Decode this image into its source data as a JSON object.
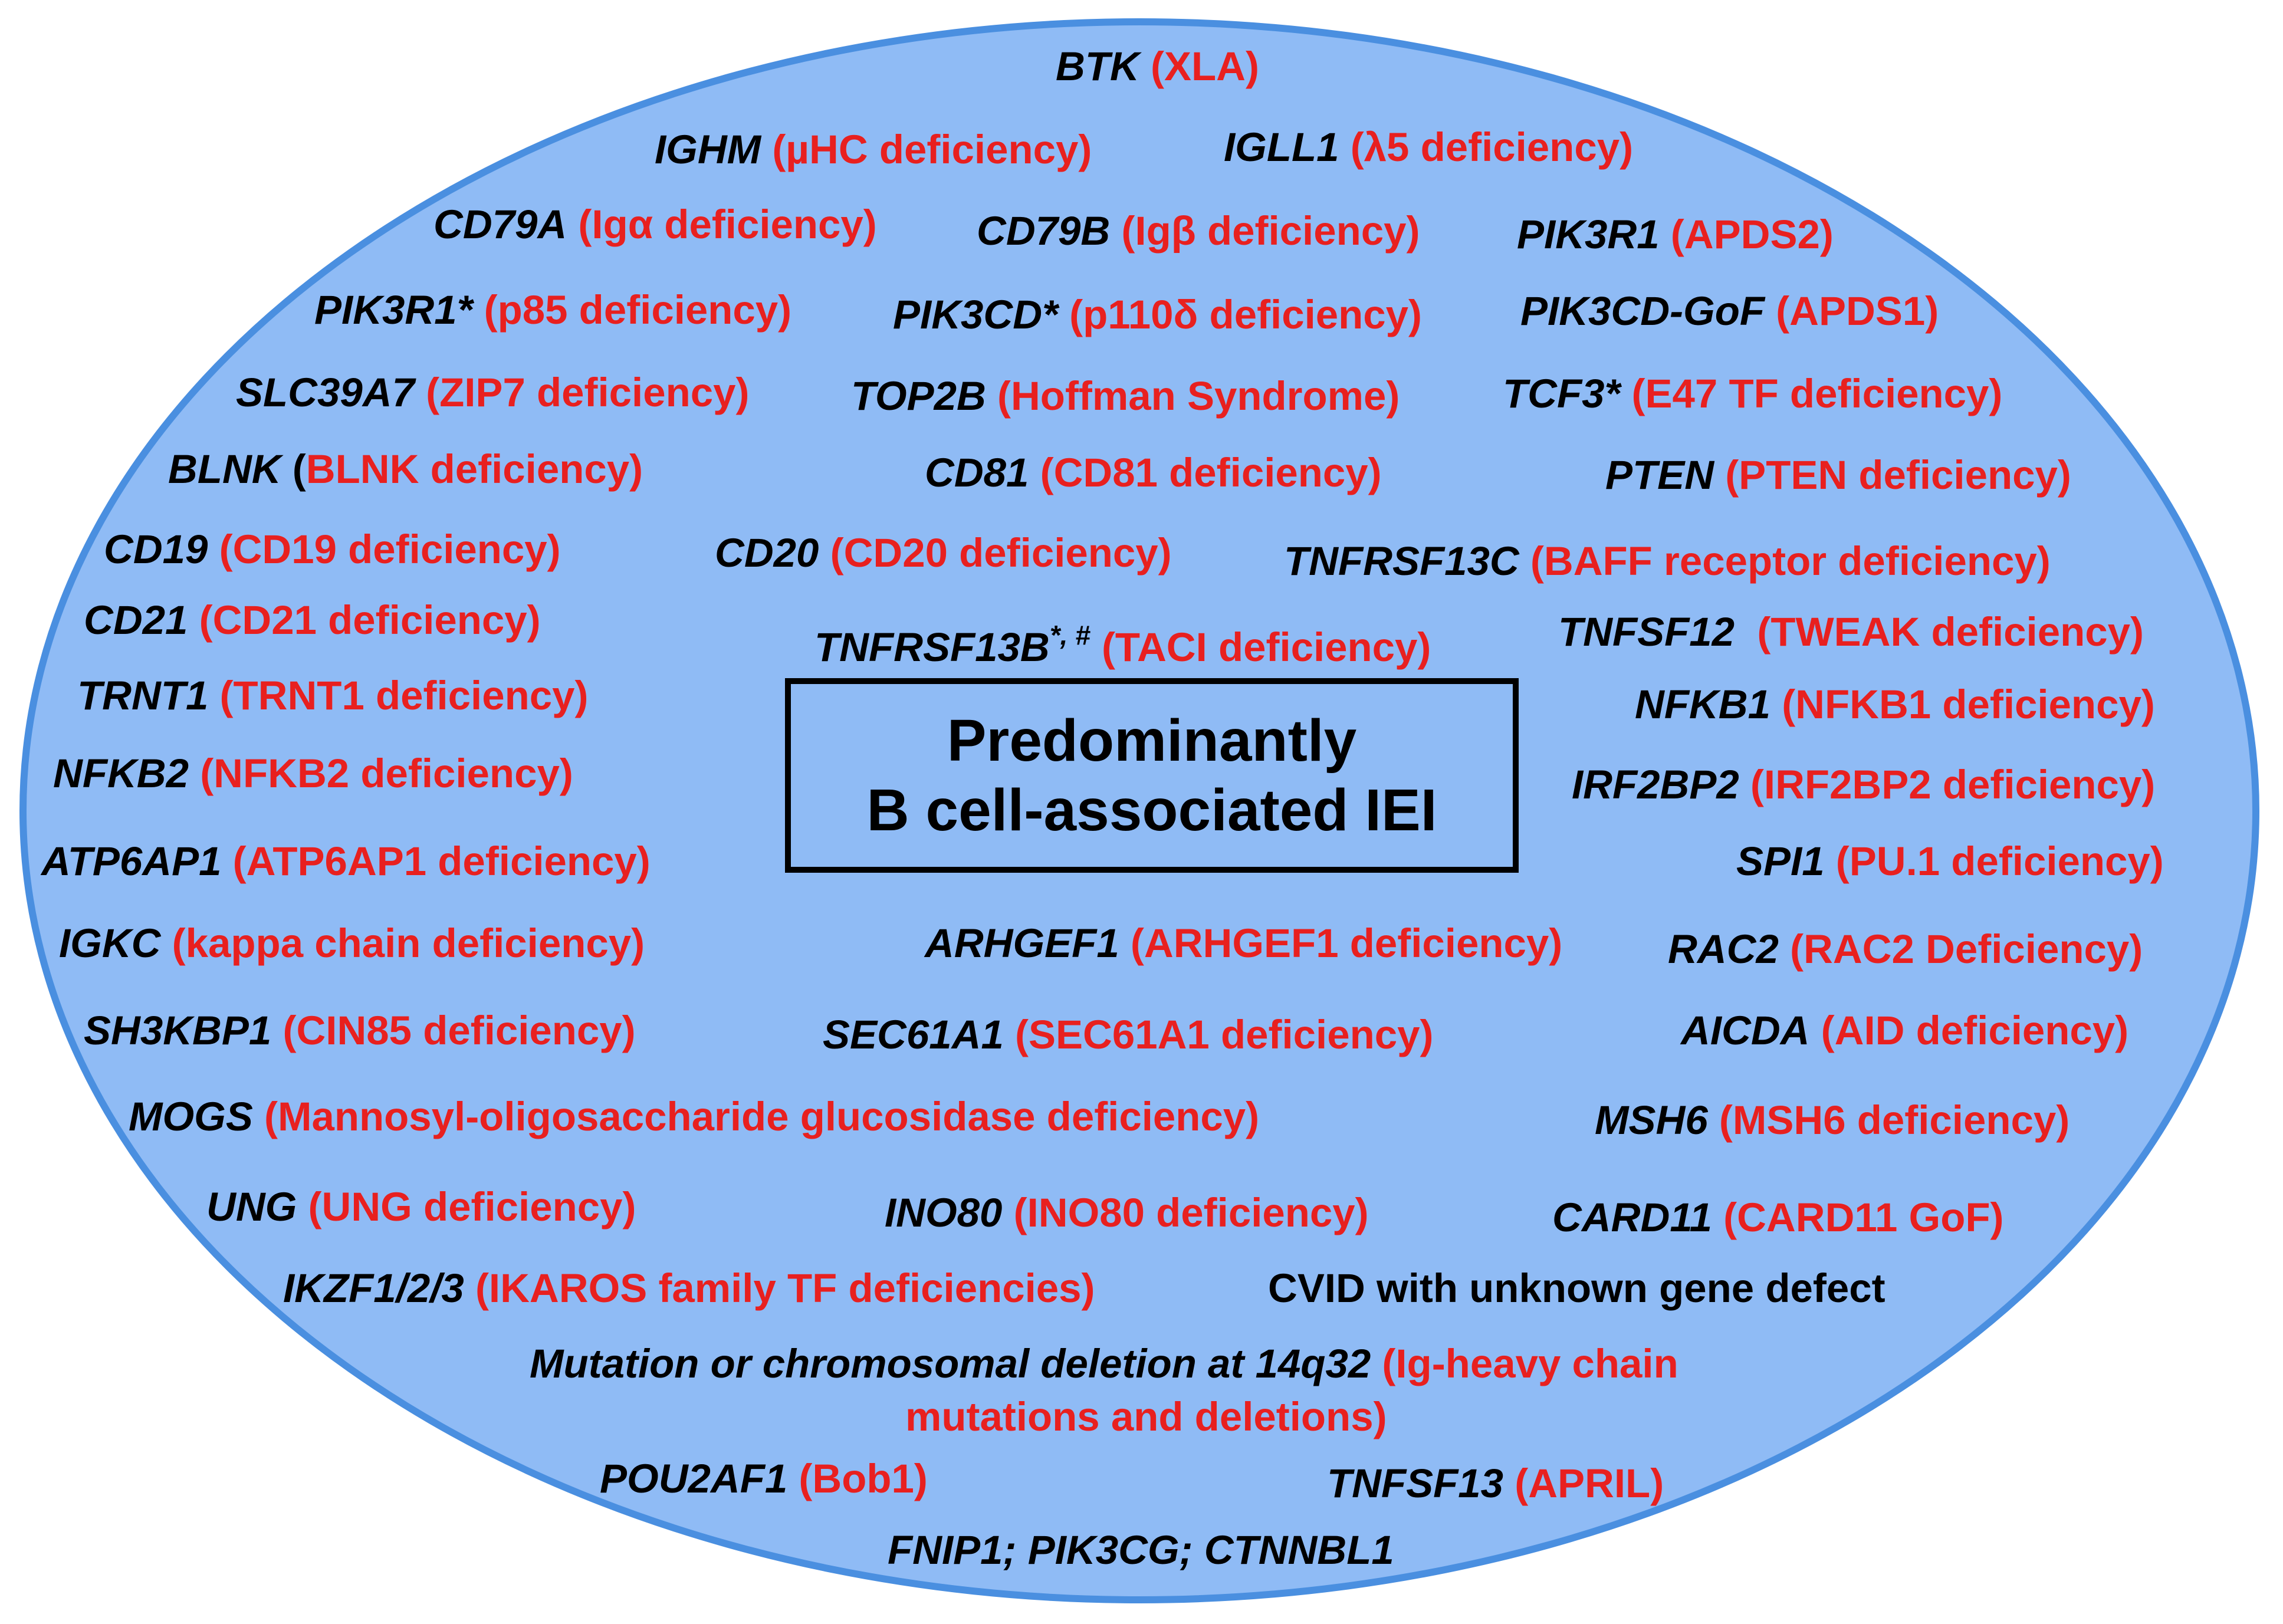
{
  "center": {
    "line1": "Predominantly",
    "line2": "B cell-associated IEI"
  },
  "colors": {
    "oval_fill": "#8fbbf5",
    "oval_stroke": "#4a8fe0",
    "gene": "#000000",
    "disease": "#e8201f"
  },
  "entries": {
    "btk": {
      "gene": "BTK",
      "disease": "(XLA)"
    },
    "ighm": {
      "gene": "IGHM",
      "disease": "(µHC deficiency)"
    },
    "igll1": {
      "gene": "IGLL1",
      "disease": "(λ5 deficiency)"
    },
    "cd79a": {
      "gene": "CD79A",
      "disease": "(Igα deficiency)"
    },
    "cd79b": {
      "gene": "CD79B",
      "disease": "(Igβ deficiency)"
    },
    "pik3r1a": {
      "gene": "PIK3R1",
      "disease": "(APDS2)"
    },
    "pik3r1b": {
      "gene": "PIK3R1*",
      "disease": "(p85 deficiency)"
    },
    "pik3cd": {
      "gene": "PIK3CD*",
      "disease": "(p110δ deficiency)"
    },
    "pik3cdgof": {
      "gene": "PIK3CD-GoF",
      "disease": "(APDS1)"
    },
    "slc39a7": {
      "gene": "SLC39A7",
      "disease": "(ZIP7 deficiency)"
    },
    "top2b": {
      "gene": "TOP2B",
      "disease": "(Hoffman Syndrome)"
    },
    "tcf3": {
      "gene": "TCF3*",
      "disease": "(E47 TF deficiency)"
    },
    "blnk": {
      "gene": "BLNK",
      "disease": "BLNK deficiency)"
    },
    "cd81": {
      "gene": "CD81",
      "disease": "(CD81 deficiency)"
    },
    "pten": {
      "gene": "PTEN",
      "disease": "(PTEN deficiency)"
    },
    "cd19": {
      "gene": "CD19",
      "disease": "(CD19 deficiency)"
    },
    "cd20": {
      "gene": "CD20",
      "disease": "(CD20 deficiency)"
    },
    "tnfrsf13c": {
      "gene": "TNFRSF13C",
      "disease": "(BAFF receptor deficiency)"
    },
    "cd21": {
      "gene": "CD21",
      "disease": "(CD21 deficiency)"
    },
    "tnfrsf13b": {
      "gene": "TNFRSF13B",
      "sup": "*, #",
      "disease": "(TACI deficiency)"
    },
    "tnfsf12": {
      "gene": "TNFSF12",
      "disease": "(TWEAK deficiency)"
    },
    "trnt1": {
      "gene": "TRNT1",
      "disease": "(TRNT1 deficiency)"
    },
    "nfkb1": {
      "gene": "NFKB1",
      "disease": "(NFKB1 deficiency)"
    },
    "nfkb2": {
      "gene": "NFKB2",
      "disease": "(NFKB2 deficiency)"
    },
    "irf2bp2": {
      "gene": "IRF2BP2",
      "disease": "(IRF2BP2 deficiency)"
    },
    "atp6ap1": {
      "gene": "ATP6AP1",
      "disease": "(ATP6AP1 deficiency)"
    },
    "spi1": {
      "gene": "SPI1",
      "disease": "(PU.1 deficiency)"
    },
    "igkc": {
      "gene": "IGKC",
      "disease": "(kappa chain deficiency)"
    },
    "arhgef1": {
      "gene": "ARHGEF1",
      "disease": "(ARHGEF1 deficiency)"
    },
    "rac2": {
      "gene": "RAC2",
      "disease": "(RAC2 Deficiency)"
    },
    "sh3kbp1": {
      "gene": "SH3KBP1",
      "disease": "(CIN85 deficiency)"
    },
    "sec61a1": {
      "gene": "SEC61A1",
      "disease": "(SEC61A1 deficiency)"
    },
    "aicda": {
      "gene": "AICDA",
      "disease": "(AID deficiency)"
    },
    "mogs": {
      "gene": "MOGS",
      "disease": "(Mannosyl-oligosaccharide glucosidase deficiency)"
    },
    "msh6": {
      "gene": "MSH6",
      "disease": "(MSH6 deficiency)"
    },
    "ung": {
      "gene": "UNG",
      "disease": "(UNG deficiency)"
    },
    "ino80": {
      "gene": "INO80",
      "disease": "(INO80 deficiency)"
    },
    "card11": {
      "gene": "CARD11",
      "disease": "(CARD11 GoF)"
    },
    "ikzf": {
      "gene": "IKZF1/2/3",
      "disease": "(IKAROS family TF deficiencies)"
    },
    "cvid": {
      "text": "CVID with unknown gene defect"
    },
    "mut14q32": {
      "gene": "Mutation or chromosomal deletion at 14q32",
      "disease": "(Ig-heavy chain",
      "disease_line2": "mutations and deletions)"
    },
    "pou2af1": {
      "gene": "POU2AF1",
      "disease": "(Bob1)"
    },
    "tnfsf13": {
      "gene": "TNFSF13",
      "disease": "(APRIL)"
    },
    "fnip1": {
      "gene": "FNIP1; PIK3CG; CTNNBL1"
    }
  }
}
